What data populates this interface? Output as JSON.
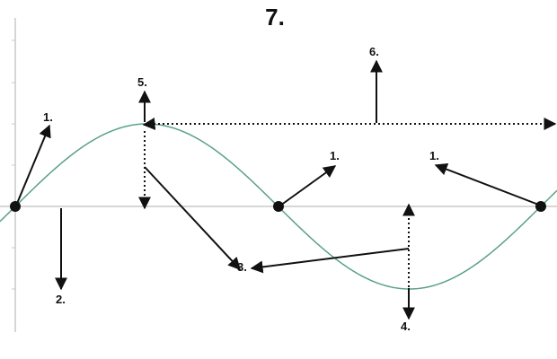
{
  "title": "7.",
  "labels": {
    "amplitude_point_left": "1.",
    "amplitude_point_mid": "1.",
    "amplitude_point_right": "1.",
    "equilibrium": "2.",
    "amplitude_mid": "3.",
    "trough": "4.",
    "crest": "5.",
    "wavelength": "6."
  },
  "colors": {
    "wave": "#5aa283",
    "arrow": "#111111",
    "axis": "#c8c8c8"
  }
}
